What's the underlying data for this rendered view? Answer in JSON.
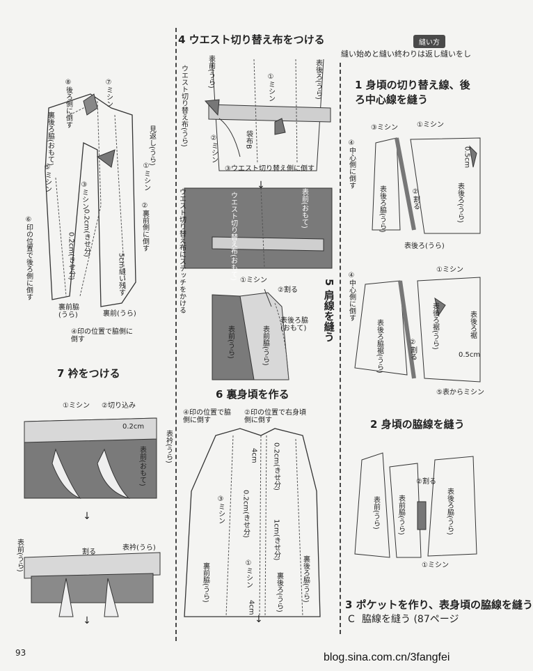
{
  "header": {
    "badge": "縫い方",
    "subtitle": "縫い始めと縫い終わりは返し縫いをし"
  },
  "steps": {
    "s4": {
      "title": "4 ウエスト切り替え布をつける",
      "labels": {
        "front_back": "表前(うら)",
        "back_back": "表後ろ(うら)",
        "waist_back": "ウエスト切り替え布(うら)",
        "sew1": "①ミシン",
        "sew2": "②ミシン",
        "pocket": "袋布B",
        "fold3": "③ウエスト切り替え側に倒す",
        "front_face": "表前(おもて)",
        "waist_face": "ウエスト切り替え布(おもて)",
        "stitch": "ウエスト切り替え布にステッチをかける"
      }
    },
    "s5": {
      "title": "5 肩線を縫う",
      "labels": {
        "sew1": "①ミシン",
        "split": "②割る",
        "back_side_face": "表後ろ脇(おもて)",
        "front": "表前(うら)",
        "front_side": "表前脇(うら)"
      }
    },
    "s6": {
      "title": "6 裏身頃を作る",
      "labels": {
        "fold4": "④印の位置で脇側に倒す",
        "fold2": "②印の位置で右身頃側に倒す",
        "cm02a": "0.2cm(きせ分)",
        "cm4a": "4cm",
        "sew3": "③ミシン",
        "cm02b": "0.2cm(きせ分)",
        "cm1": "1cm(きせ分)",
        "back_side_l": "裏後ろ脇(うら)",
        "front_side": "裏前脇(うら)",
        "sew1": "①ミシン",
        "back": "裏後ろ(うら)",
        "cm4b": "4cm"
      }
    },
    "s7": {
      "title": "7 衿をつける",
      "labels": {
        "sew1": "①ミシン",
        "cut2": "②切り込み",
        "cm02": "0.2cm",
        "collar_back": "表衿(うら)",
        "front_face": "表前(おもて)",
        "front_back": "表前(うら)",
        "split": "割る",
        "collar_back2": "表衿(うら)"
      }
    },
    "left": {
      "labels": {
        "fold8": "⑧後ろ側に倒す",
        "sew7": "⑦ミシン",
        "back_side_face": "裏後ろ脇(おもて)",
        "facing": "見返し(うら)",
        "sew5": "⑤ミシン",
        "sew1": "①ミシン",
        "sew3": "③ミシン",
        "cm02": "0.2cm(きせ分)",
        "fold2": "②裏前側に倒す",
        "fold6": "⑥印の位置で後ろ側に倒す",
        "cm02b": "0.2cm(きせ分)",
        "leave5": "5cm縫い残す",
        "front_side": "裏前脇(うら)",
        "front": "裏前(うら)",
        "fold4": "④印の位置で脇側に倒す"
      }
    },
    "r1": {
      "title": "1 身頃の切り替え線、後ろ中心線を縫う",
      "labels": {
        "sew3": "③ミシン",
        "sew1": "①ミシン",
        "fold4": "④中心側に倒す",
        "cm05": "0.5cm",
        "split2": "②割る",
        "back_side": "表後ろ脇(うら)",
        "back_face": "表後ろ(うら)",
        "back": "表後ろ(うら)",
        "fold4b": "④中心側に倒す",
        "sew1b": "①ミシン",
        "back_skirt_r": "表後ろ裾(うら)",
        "back_side_skirt": "表後ろ脇裾(うら)",
        "split2b": "②割る",
        "back_skirt": "表後ろ裾",
        "cm05b": "0.5cm",
        "from_face5": "⑤表からミシン"
      }
    },
    "r2": {
      "title": "2 身頃の脇線を縫う",
      "labels": {
        "front": "表前(うら)",
        "front_side": "表前脇(うら)",
        "split2": "②割る",
        "back_side": "表後ろ脇(うら)",
        "sew1": "①ミシン"
      }
    },
    "r3": {
      "title": "3 ポケットを作り、表身頃の脇線を縫う",
      "line2": "脇線を縫う (87ページ",
      "prefix": "C"
    }
  },
  "footer": {
    "page_number": "93",
    "url": "blog.sina.com.cn/3fangfei"
  }
}
